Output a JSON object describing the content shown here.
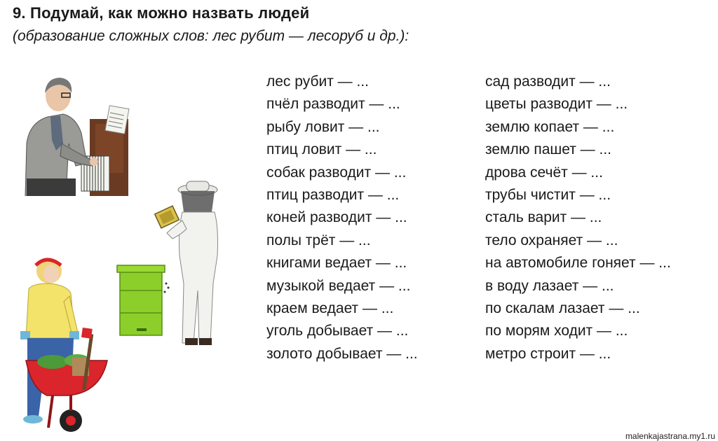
{
  "exercise": {
    "title": "9. Подумай, как можно назвать людей",
    "subtitle": "(образование сложных слов: лес рубит — лесоруб и др.):"
  },
  "phrases_left": [
    "лес рубит — ...",
    "пчёл разводит — ...",
    "рыбу ловит — ...",
    "птиц ловит — ...",
    "собак разводит — ...",
    "птиц разводит — ...",
    "коней разводит — ...",
    "полы трёт — ...",
    "книгами ведает — ...",
    "музыкой ведает — ...",
    "краем ведает — ...",
    "уголь добывает — ...",
    "золото добывает — ..."
  ],
  "phrases_right": [
    "сад разводит — ...",
    "цветы разводит — ...",
    "землю копает — ...",
    "землю пашет — ...",
    "дрова сечёт — ...",
    "трубы чистит — ...",
    "сталь варит — ...",
    "тело охраняет — ...",
    "на автомобиле гоняет — ...",
    "в воду лазает — ...",
    "по скалам лазает — ...",
    "по морям ходит — ...",
    "метро строит — ..."
  ],
  "illustrations": {
    "pianist": "pianist-illustration",
    "beekeeper": "beekeeper-illustration",
    "beehive": "beehive-illustration",
    "gardener": "gardener-illustration"
  },
  "watermark": "malenkajastrana.my1.ru",
  "colors": {
    "text": "#1a1a1a",
    "hive_green": "#8ccf2a",
    "wheelbarrow_red": "#d9252b",
    "jacket_yellow": "#f3e36a",
    "jeans_blue": "#3a63a8"
  }
}
